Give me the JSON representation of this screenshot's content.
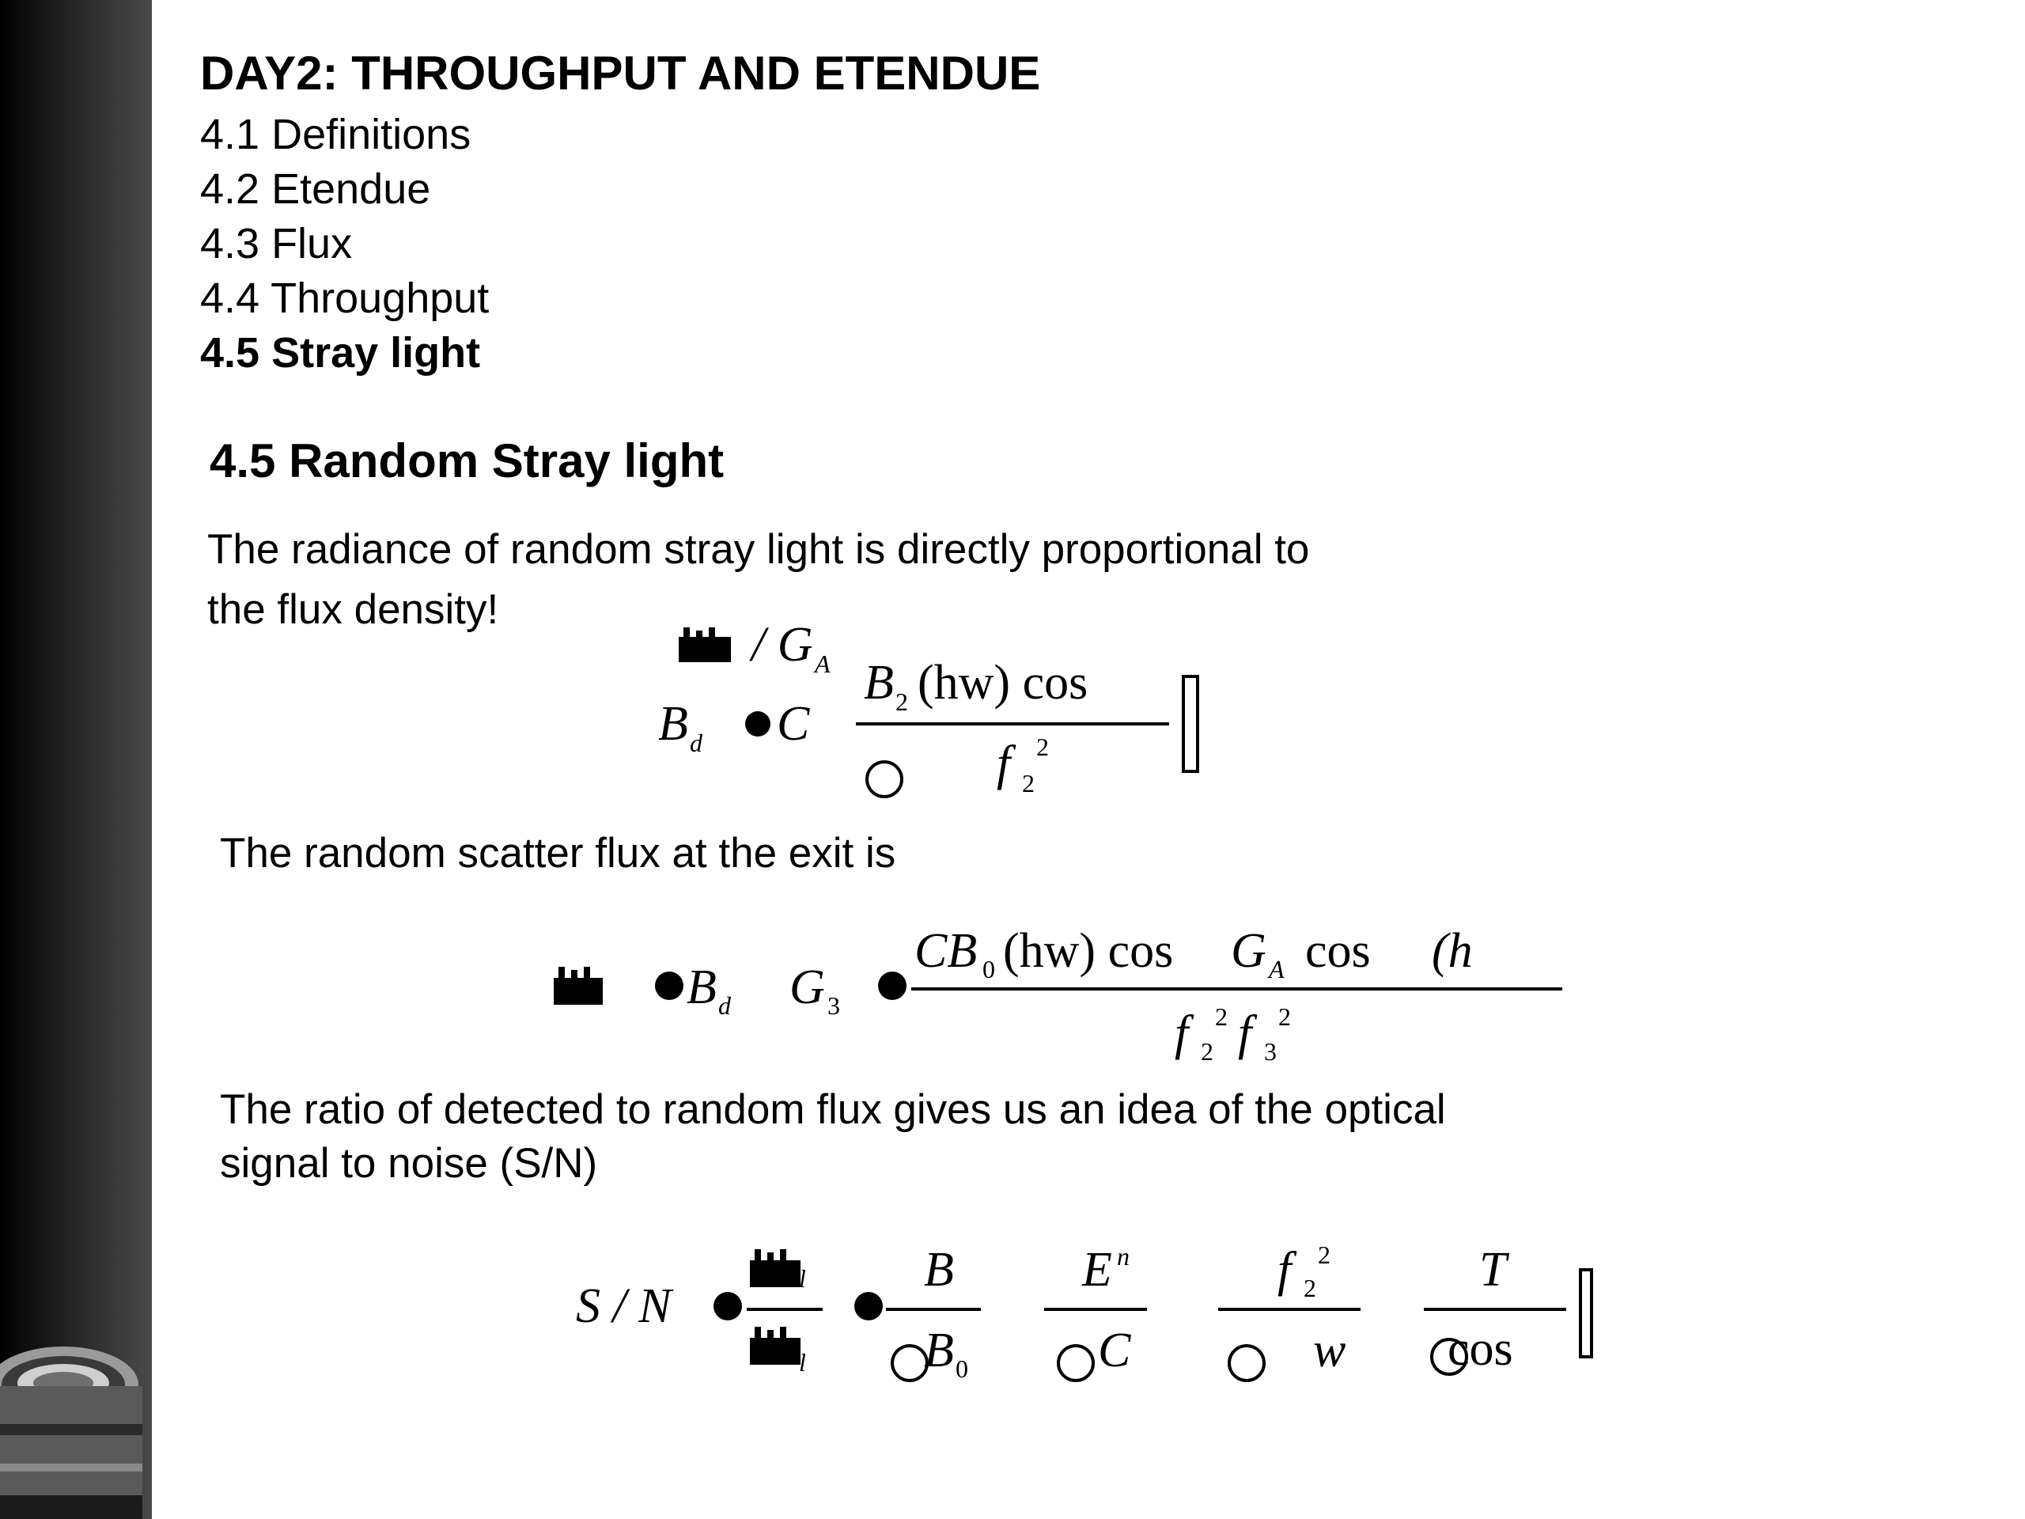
{
  "header": {
    "title": "DAY2: THROUGHPUT AND ETENDUE"
  },
  "toc": {
    "items": [
      {
        "label": "4.1 Definitions"
      },
      {
        "label": "4.2 Etendue"
      },
      {
        "label": "4.3 Flux"
      },
      {
        "label": "4.4 Throughput"
      },
      {
        "label": "4.5 Stray light"
      }
    ],
    "active_index": 4
  },
  "section": {
    "title": "4.5 Random Stray light",
    "para1_line1": "The radiance of random stray light is directly proportional to",
    "para1_line2": "the flux density!",
    "para2": "The random scatter flux at the exit is",
    "para3_line1": "The ratio of detected to random flux gives us an idea of the optical",
    "para3_line2": "signal to noise (S/N)"
  },
  "equations": {
    "eq1": {
      "numerator_top": "/ G",
      "numerator_top_sub": "A",
      "lhs": "B",
      "lhs_sub": "d",
      "coef": "C",
      "frac_num_main": "B",
      "frac_num_sub": "2",
      "frac_num_rest": "(hw) cos",
      "frac_den": "f",
      "frac_den_sub": "2",
      "frac_den_sup": "2"
    },
    "eq2": {
      "b": "B",
      "b_sub": "d",
      "g": "G",
      "g_sub": "3",
      "num_cb": "CB",
      "num_cb_sub": "0",
      "num_hw": "(hw) cos",
      "num_ga": "G",
      "num_ga_sub": "A",
      "num_cos2": "cos",
      "num_h": "(h",
      "den_f2": "f",
      "den_f2_sub": "2",
      "den_f2_sup": "2",
      "den_f3": "f",
      "den_f3_sub": "3",
      "den_f3_sup": "2"
    },
    "eq3": {
      "lhs": "S / N",
      "sub_l": "l",
      "f1_num": "B",
      "f1_den": "B",
      "f1_den_sub": "0",
      "f2_num": "E",
      "f2_num_sup": "n",
      "f2_den": "C",
      "f3_num": "f",
      "f3_num_sub": "2",
      "f3_num_sup": "2",
      "f3_den": "w",
      "f4_num": "T",
      "f4_den": "cos"
    }
  },
  "colors": {
    "sidebar_dark": "#000000",
    "sidebar_light": "#4a4a4a",
    "text": "#000000",
    "background": "#ffffff"
  }
}
